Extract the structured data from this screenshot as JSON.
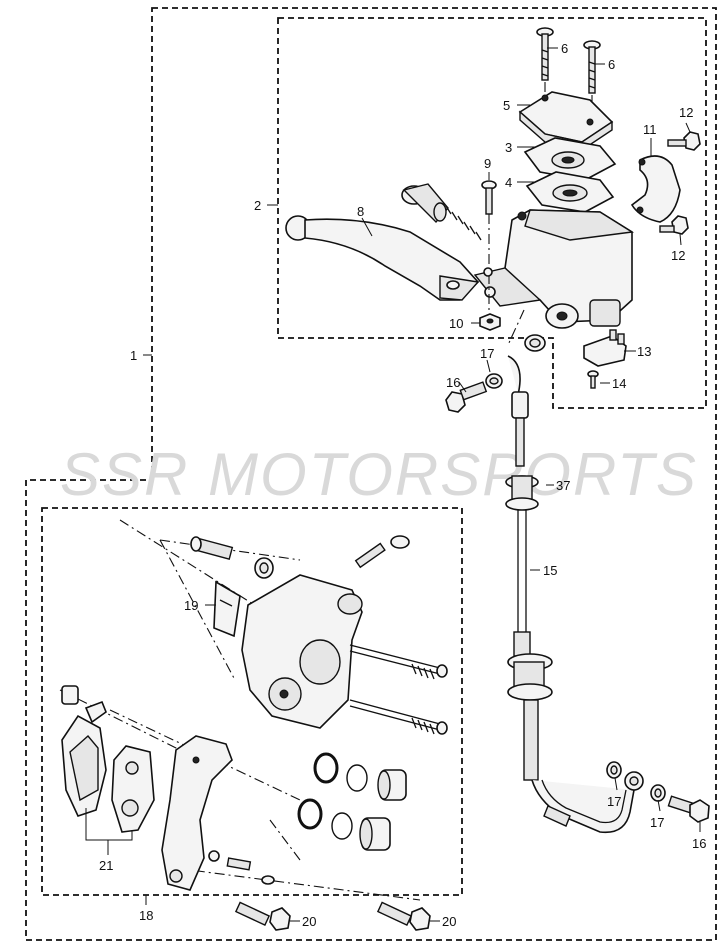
{
  "watermark": "SSR MOTORSPORTS",
  "callouts": {
    "c1": "1",
    "c2": "2",
    "c3": "3",
    "c4": "4",
    "c5": "5",
    "c6a": "6",
    "c6b": "6",
    "c8": "8",
    "c9": "9",
    "c10": "10",
    "c11": "11",
    "c12a": "12",
    "c12b": "12",
    "c13": "13",
    "c14": "14",
    "c15": "15",
    "c16a": "16",
    "c16b": "16",
    "c17a": "17",
    "c17b": "17",
    "c17c": "17",
    "c18": "18",
    "c19": "19",
    "c20a": "20",
    "c20b": "20",
    "c21": "21",
    "c37": "37"
  }
}
